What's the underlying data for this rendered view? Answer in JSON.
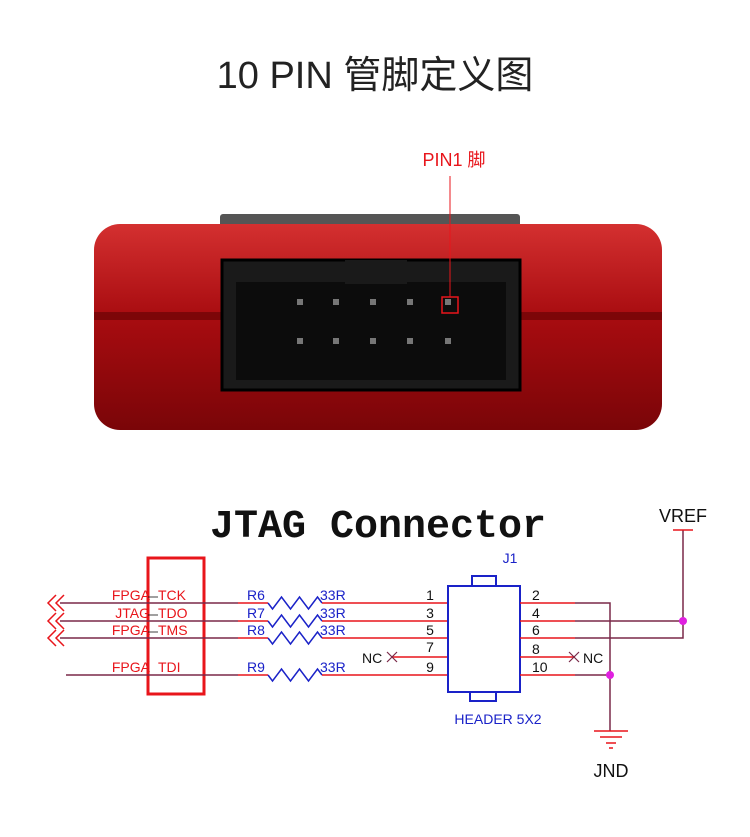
{
  "title": "10 PIN 管脚定义图",
  "pin1_label": "PIN1 脚",
  "schematic": {
    "heading": "JTAG Connector",
    "ref": "J1",
    "part": "HEADER 5X2",
    "vref": "VREF",
    "gnd": "JND",
    "nc": "NC",
    "signals": [
      {
        "net": "FPGA",
        "suffix": "TCK",
        "res": "R6",
        "val": "33R",
        "pin": "1"
      },
      {
        "net": "JTAG",
        "suffix": "TDO",
        "res": "R7",
        "val": "33R",
        "pin": "3"
      },
      {
        "net": "FPGA",
        "suffix": "TMS",
        "res": "R8",
        "val": "33R",
        "pin": "5"
      },
      {
        "net": "FPGA",
        "suffix": "TDI",
        "res": "R9",
        "val": "33R",
        "pin": "9"
      }
    ],
    "pin7": "7",
    "right_pins": [
      "2",
      "4",
      "6",
      "8",
      "10"
    ]
  },
  "colors": {
    "red": "#e8151b",
    "blue": "#1a22c8",
    "wire": "#7a2848",
    "dot": "#e020e0",
    "device": "#b8141a"
  }
}
